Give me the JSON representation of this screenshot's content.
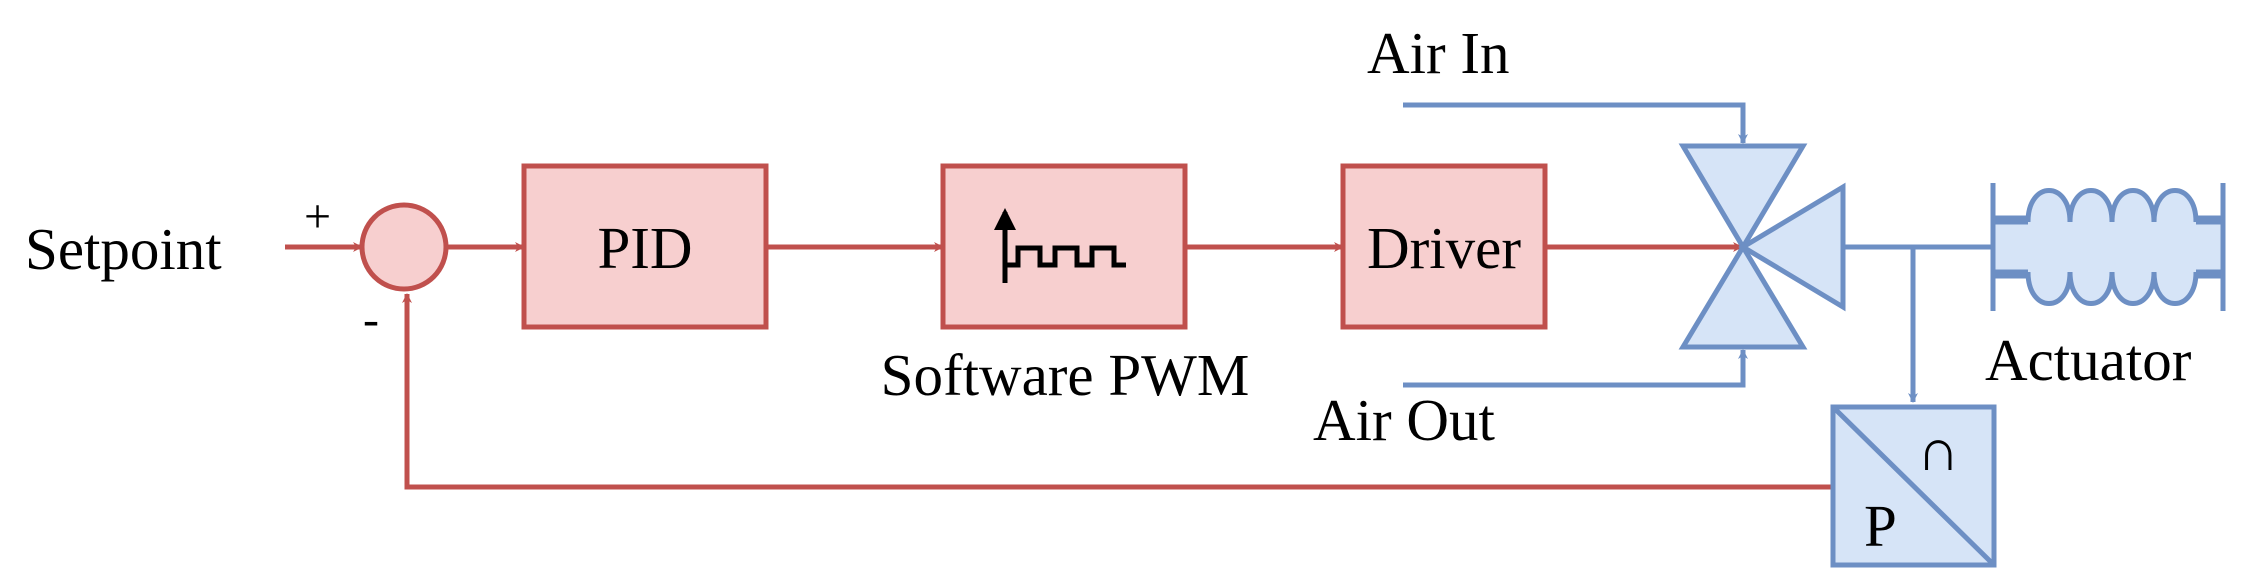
{
  "diagram": {
    "labels": {
      "setpoint": "Setpoint",
      "plus": "+",
      "minus": "-",
      "pid": "PID",
      "software_pwm": "Software PWM",
      "driver": "Driver",
      "air_in": "Air In",
      "air_out": "Air Out",
      "actuator": "Actuator",
      "sensor_p": "P",
      "sensor_u": "∩"
    },
    "icons": {
      "pwm_block": "pwm-waveform-icon",
      "valve": "valve-icon",
      "actuator": "bellows-actuator-icon",
      "sensor": "pressure-transducer-icon"
    },
    "colors": {
      "control_path": "#c0504d",
      "control_fill": "#f7cfcf",
      "pneumatic_path": "#6d8fc4",
      "pneumatic_fill": "#d6e4f7",
      "text": "#000000"
    }
  }
}
